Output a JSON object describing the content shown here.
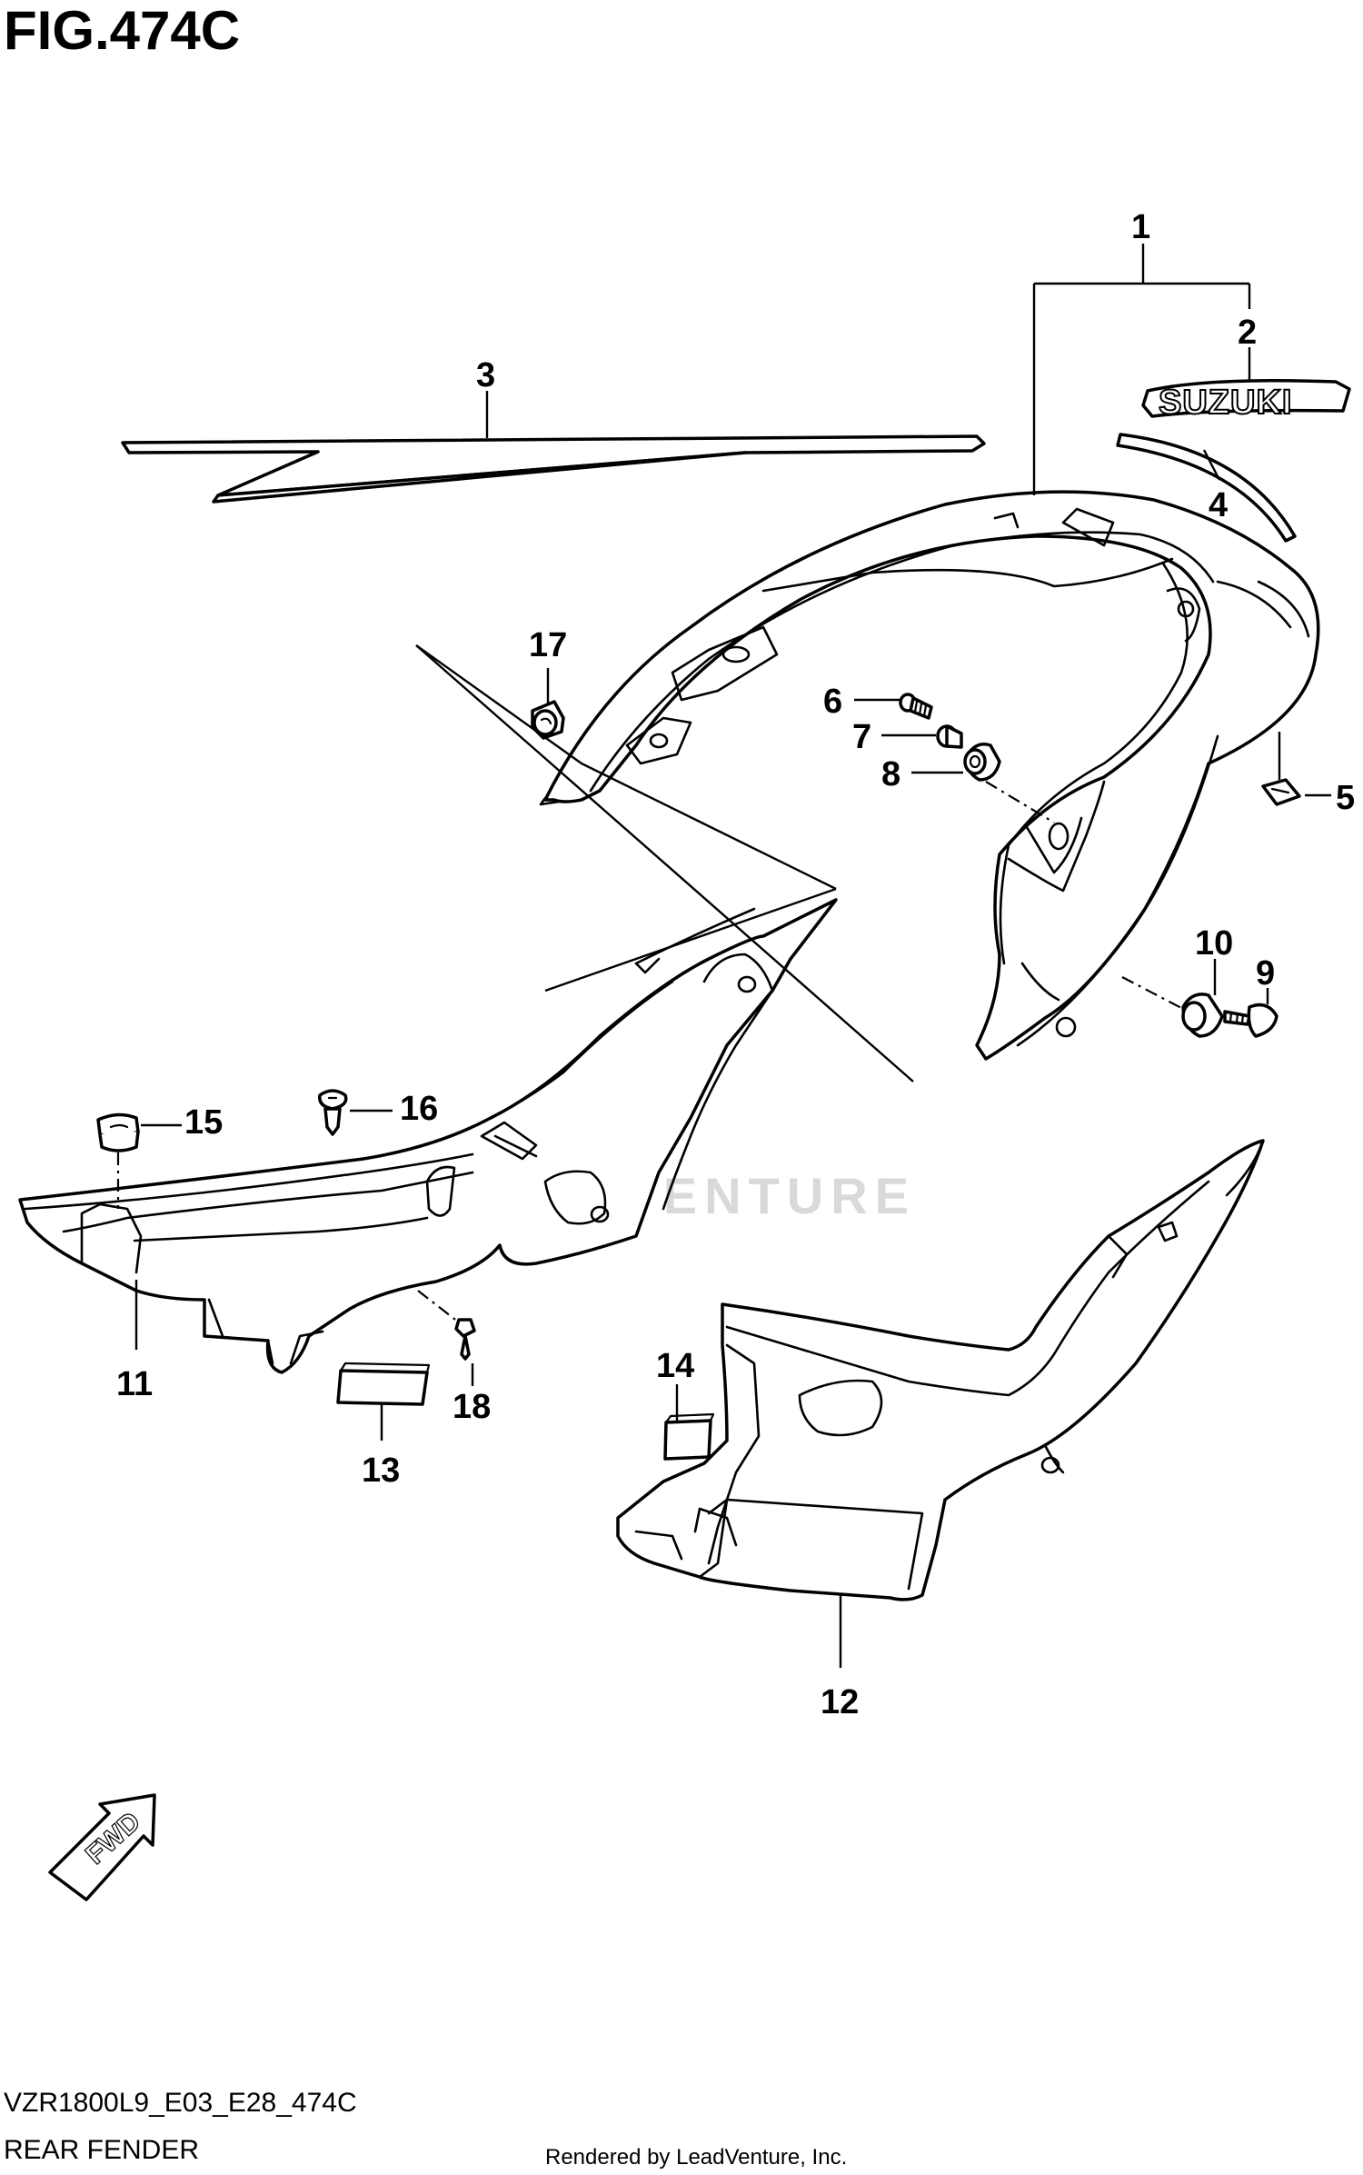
{
  "figure": {
    "title": "FIG.474C",
    "model_code": "VZR1800L9_E03_E28_474C",
    "section_name": "REAR FENDER",
    "credit": "Rendered by LeadVenture, Inc.",
    "watermark": "LEADVENTURE",
    "direction_arrow": "FWD",
    "emblem_text": "SUZUKI"
  },
  "callouts": [
    {
      "id": "1",
      "label": "1"
    },
    {
      "id": "2",
      "label": "2"
    },
    {
      "id": "3",
      "label": "3"
    },
    {
      "id": "4",
      "label": "4"
    },
    {
      "id": "5",
      "label": "5"
    },
    {
      "id": "6",
      "label": "6"
    },
    {
      "id": "7",
      "label": "7"
    },
    {
      "id": "8",
      "label": "8"
    },
    {
      "id": "9",
      "label": "9"
    },
    {
      "id": "10",
      "label": "10"
    },
    {
      "id": "11",
      "label": "11"
    },
    {
      "id": "12",
      "label": "12"
    },
    {
      "id": "13",
      "label": "13"
    },
    {
      "id": "14",
      "label": "14"
    },
    {
      "id": "15",
      "label": "15"
    },
    {
      "id": "16",
      "label": "16"
    },
    {
      "id": "17",
      "label": "17"
    },
    {
      "id": "18",
      "label": "18"
    }
  ],
  "colors": {
    "line": "#000000",
    "background": "#ffffff",
    "watermark": "#d9d9d9"
  }
}
